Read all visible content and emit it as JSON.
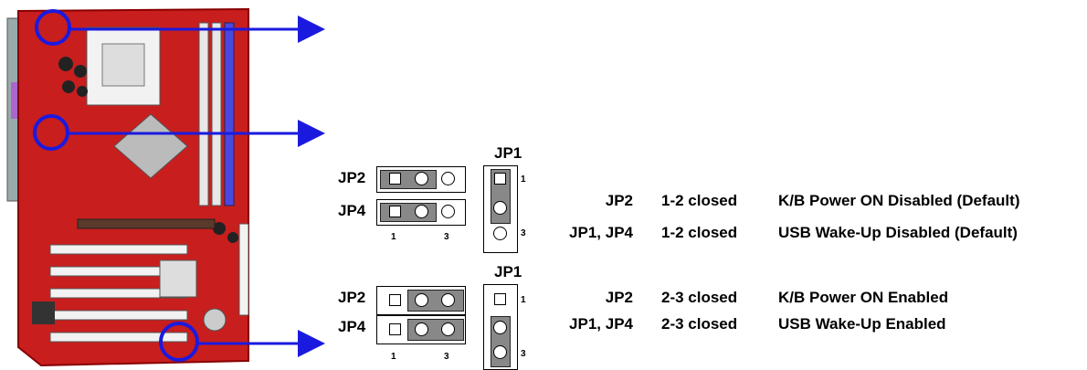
{
  "top": {
    "jp1_title": "JP1",
    "jp2_label": "JP2",
    "jp4_label": "JP4",
    "pin_left": "1",
    "pin_right": "3",
    "jp1_pin_top": "1",
    "jp1_pin_bottom": "3",
    "rows": [
      {
        "jumper": "JP2",
        "state": "1-2 closed",
        "desc": "K/B Power ON Disabled (Default)"
      },
      {
        "jumper": "JP1, JP4",
        "state": "1-2 closed",
        "desc": "USB Wake-Up Disabled (Default)"
      }
    ]
  },
  "bottom": {
    "jp1_title": "JP1",
    "jp2_label": "JP2",
    "jp4_label": "JP4",
    "pin_left": "1",
    "pin_right": "3",
    "jp1_pin_top": "1",
    "jp1_pin_bottom": "3",
    "rows": [
      {
        "jumper": "JP2",
        "state": "2-3 closed",
        "desc": "K/B Power ON Enabled"
      },
      {
        "jumper": "JP1, JP4",
        "state": "2-3 closed",
        "desc": "USB Wake-Up Enabled"
      }
    ]
  },
  "colors": {
    "board_red": "#c81e1e",
    "highlight_blue": "#1a1adf",
    "jumper_cap": "#888888"
  },
  "icons": [
    "motherboard-image",
    "highlight-circle",
    "arrow-right"
  ]
}
